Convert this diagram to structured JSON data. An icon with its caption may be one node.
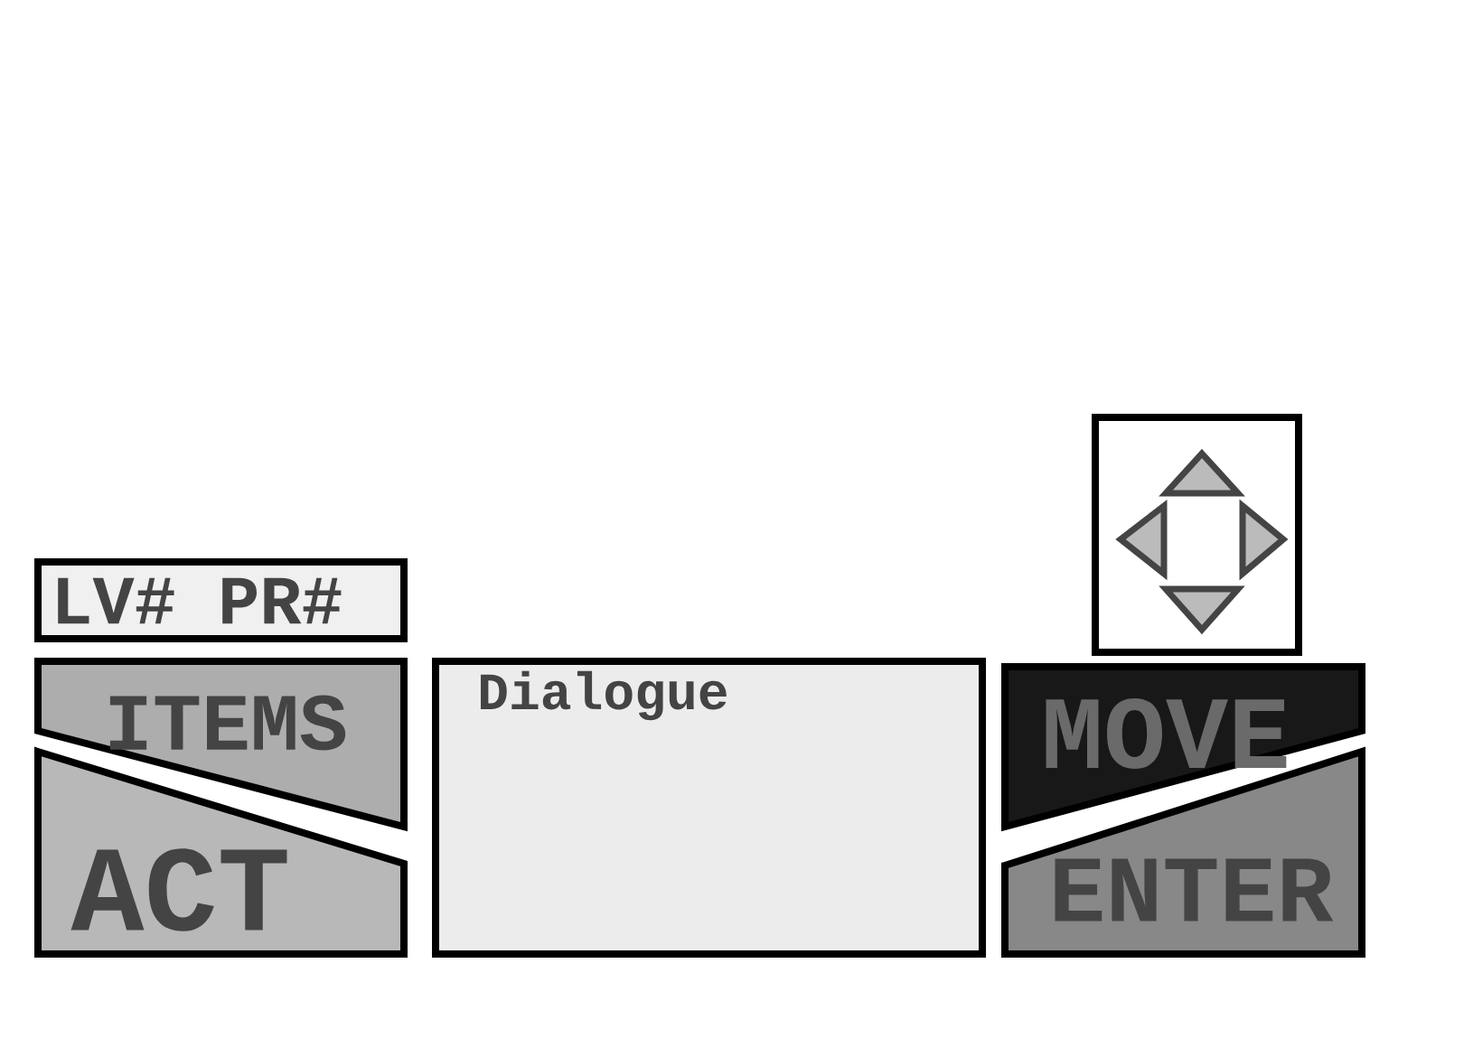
{
  "diagram": {
    "nodes": [
      {
        "text": [],
        "shape": "box"
      },
      {
        "text": [
          "LV# PR#"
        ]
      },
      {
        "text": [
          "ITEMS"
        ]
      },
      {
        "text": [
          "ACT"
        ]
      },
      {
        "text": [
          "Dialogue"
        ]
      },
      {
        "text": [
          "MOVE"
        ]
      },
      {
        "text": [
          "ENTER"
        ]
      }
    ]
  }
}
